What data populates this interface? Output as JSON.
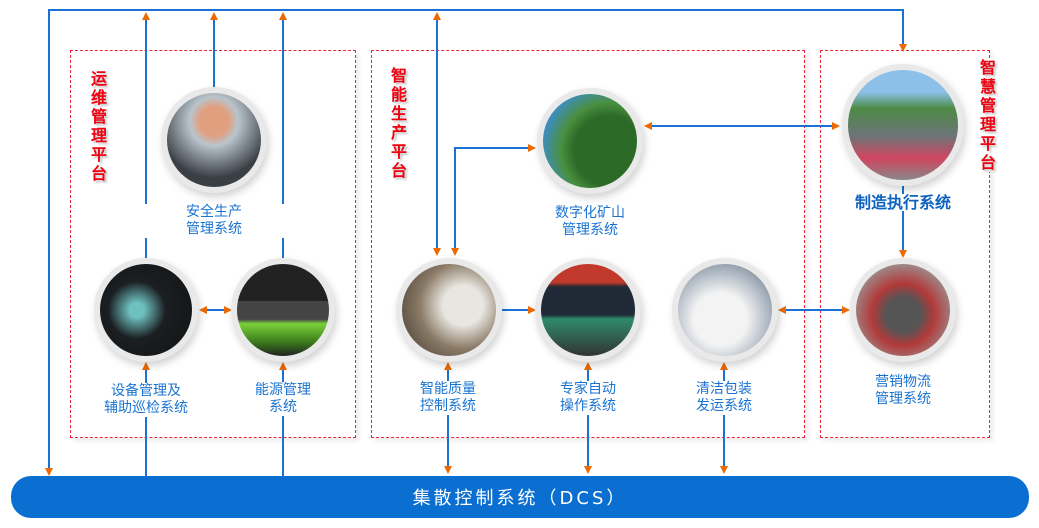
{
  "platforms": {
    "ops": "运维管理平台",
    "production": "智能生产平台",
    "management": "智慧管理平台"
  },
  "systems": {
    "safety": [
      "安全生产",
      "管理系统"
    ],
    "equipment": [
      "设备管理及",
      "辅助巡检系统"
    ],
    "energy": [
      "能源管理",
      "系统"
    ],
    "mine": [
      "数字化矿山",
      "管理系统"
    ],
    "quality": [
      "智能质量",
      "控制系统"
    ],
    "expert": [
      "专家自动",
      "操作系统"
    ],
    "packing": [
      "清洁包装",
      "发运系统"
    ],
    "mes": "制造执行系统",
    "logistics": [
      "营销物流",
      "管理系统"
    ]
  },
  "dcs": "集散控制系统（DCS）",
  "colors": {
    "line": "#1a73d0",
    "arrow": "#ee6a00",
    "platform": "#f00010",
    "bar": "#0a6fd0"
  }
}
